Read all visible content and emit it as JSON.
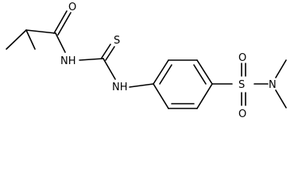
{
  "atoms": {
    "carbonyl_oxygen": "O",
    "amide_nitrogen": "NH",
    "thio_sulfur": "S",
    "amine_nitrogen": "NH",
    "sulfonyl_sulfur": "S",
    "sulfonyl_oxygen_top": "O",
    "sulfonyl_oxygen_bottom": "O",
    "dimethyl_nitrogen": "N"
  }
}
